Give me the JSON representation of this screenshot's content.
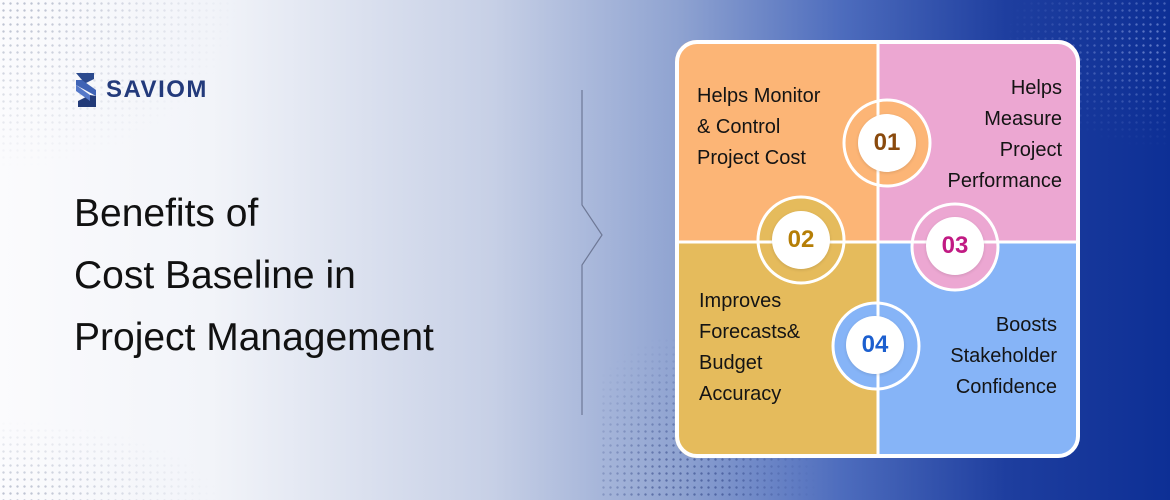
{
  "brand": {
    "name": "SAVIOM"
  },
  "headline": {
    "line1": "Benefits of",
    "line2": "Cost Baseline in",
    "line3": "Project Management"
  },
  "benefits": [
    {
      "number": "01",
      "title": "Helps Monitor\n& Control\nProject Cost",
      "fill": "#fcb576",
      "number_color": "#8a4a0d"
    },
    {
      "number": "03",
      "title": "Helps\nMeasure\nProject\nPerformance",
      "fill": "#eca7d2",
      "number_color": "#c11a83"
    },
    {
      "number": "02",
      "title": "Improves\nForecasts&\nBudget\nAccuracy",
      "fill": "#e5bb5c",
      "number_color": "#b57e06"
    },
    {
      "number": "04",
      "title": "Boosts\nStakeholder\nConfidence",
      "fill": "#86b4f7",
      "number_color": "#1c5fcf"
    }
  ],
  "colors": {
    "brand": "#233a7b",
    "puzzle_border": "#ffffff"
  }
}
